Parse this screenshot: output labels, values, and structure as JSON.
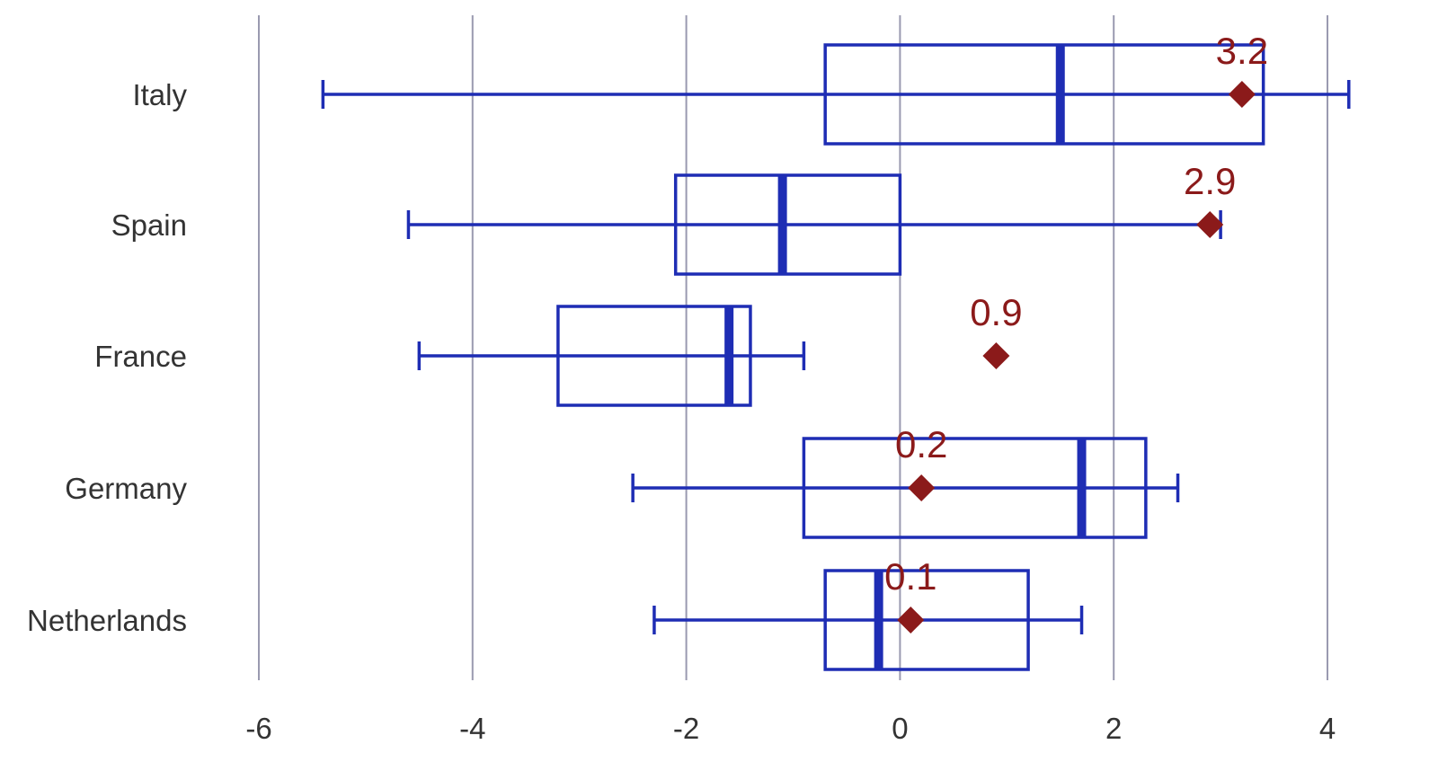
{
  "chart_data": {
    "type": "boxplot",
    "title": "",
    "xlabel": "",
    "ylabel": "",
    "orientation": "horizontal",
    "xlim": [
      -6,
      4
    ],
    "x_ticks": [
      -6,
      -4,
      -2,
      0,
      2,
      4
    ],
    "x_tick_labels": [
      "-6",
      "-4",
      "-2",
      "0",
      "2",
      "4"
    ],
    "grid": "vertical",
    "categories": [
      "Italy",
      "Spain",
      "France",
      "Germany",
      "Netherlands"
    ],
    "boxes": [
      {
        "category": "Italy",
        "whisker_low": -5.4,
        "q1": -0.7,
        "median": 1.5,
        "q3": 3.4,
        "whisker_high": 4.2
      },
      {
        "category": "Spain",
        "whisker_low": -4.6,
        "q1": -2.1,
        "median": -1.1,
        "q3": 0.0,
        "whisker_high": 3.0
      },
      {
        "category": "France",
        "whisker_low": -4.5,
        "q1": -3.2,
        "median": -1.6,
        "q3": -1.4,
        "whisker_high": -0.9
      },
      {
        "category": "Germany",
        "whisker_low": -2.5,
        "q1": -0.9,
        "median": 1.7,
        "q3": 2.3,
        "whisker_high": 2.6
      },
      {
        "category": "Netherlands",
        "whisker_low": -2.3,
        "q1": -0.7,
        "median": -0.2,
        "q3": 1.2,
        "whisker_high": 1.7
      }
    ],
    "points": [
      {
        "category": "Italy",
        "value": 3.2,
        "label": "3.2"
      },
      {
        "category": "Spain",
        "value": 2.9,
        "label": "2.9"
      },
      {
        "category": "France",
        "value": 0.9,
        "label": "0.9"
      },
      {
        "category": "Germany",
        "value": 0.2,
        "label": "0.2"
      },
      {
        "category": "Netherlands",
        "value": 0.1,
        "label": "0.1"
      }
    ],
    "colors": {
      "box": "#1e2db4",
      "point": "#8b1a1a",
      "grid": "#9a9ab0",
      "text": "#333333"
    }
  }
}
